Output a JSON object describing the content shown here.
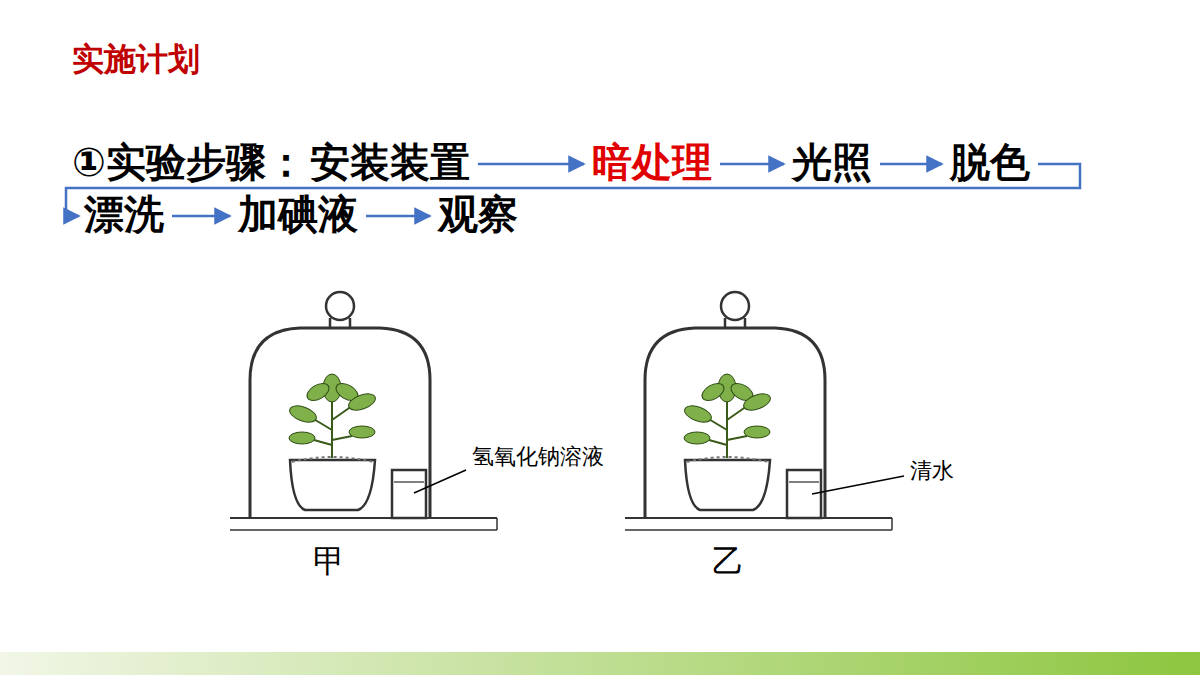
{
  "diagram": {
    "title": "实施计划",
    "nodes": [
      {
        "text": [
          "安装装置"
        ]
      },
      {
        "text": [
          "暗处理"
        ]
      },
      {
        "text": [
          "光照"
        ]
      },
      {
        "text": [
          "脱色"
        ]
      },
      {
        "text": [
          "漂洗"
        ]
      },
      {
        "text": [
          "加碘液"
        ]
      },
      {
        "text": [
          "观察"
        ]
      }
    ],
    "edges": [
      {
        "from": 0,
        "to": 1,
        "arrow": "to"
      },
      {
        "from": 1,
        "to": 2,
        "arrow": "to"
      },
      {
        "from": 2,
        "to": 3,
        "arrow": "to"
      },
      {
        "from": 3,
        "to": 4,
        "arrow": "to"
      },
      {
        "from": 4,
        "to": 5,
        "arrow": "to"
      },
      {
        "from": 5,
        "to": 6,
        "arrow": "to"
      }
    ],
    "labels": [
      "①实验步骤：",
      "氢氧化钠溶液",
      "清水",
      "甲",
      "乙"
    ]
  }
}
